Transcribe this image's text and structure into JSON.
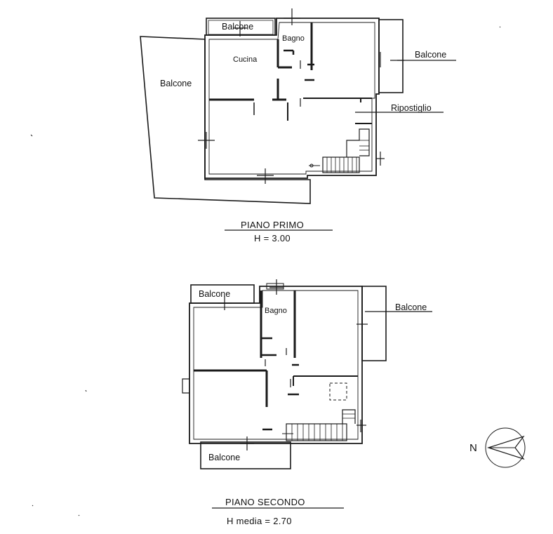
{
  "floor1": {
    "title": "PIANO PRIMO",
    "height": "H = 3.00",
    "rooms": {
      "balcone_top": "Balcone",
      "bagno": "Bagno",
      "balcone_right": "Balcone",
      "cucina": "Cucina",
      "balcone_left": "Balcone",
      "ripostiglio": "Ripostiglio"
    }
  },
  "floor2": {
    "title": "PIANO SECONDO",
    "height": "H media = 2.70",
    "rooms": {
      "balcone_top": "Balcone",
      "bagno": "Bagno",
      "balcone_right": "Balcone",
      "balcone_bottom": "Balcone"
    }
  },
  "north_label": "N",
  "colors": {
    "line": "#1a1a1a",
    "background": "#ffffff"
  }
}
